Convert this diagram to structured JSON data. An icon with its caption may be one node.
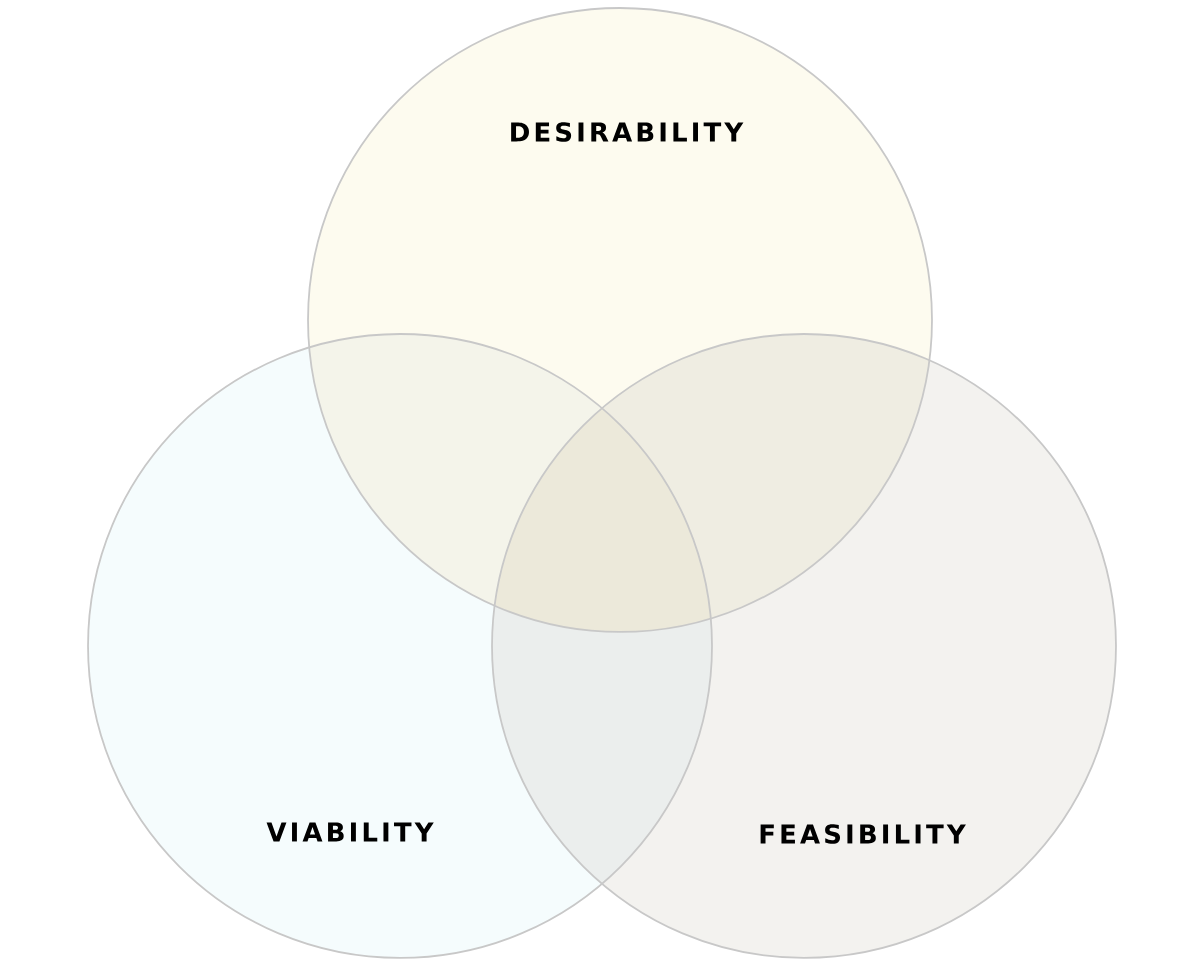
{
  "diagram": {
    "nodes": [
      {
        "text": [
          "DESIRABILITY"
        ]
      },
      {
        "text": [
          "VIABILITY"
        ]
      },
      {
        "text": [
          "FEASIBILITY"
        ]
      }
    ]
  }
}
